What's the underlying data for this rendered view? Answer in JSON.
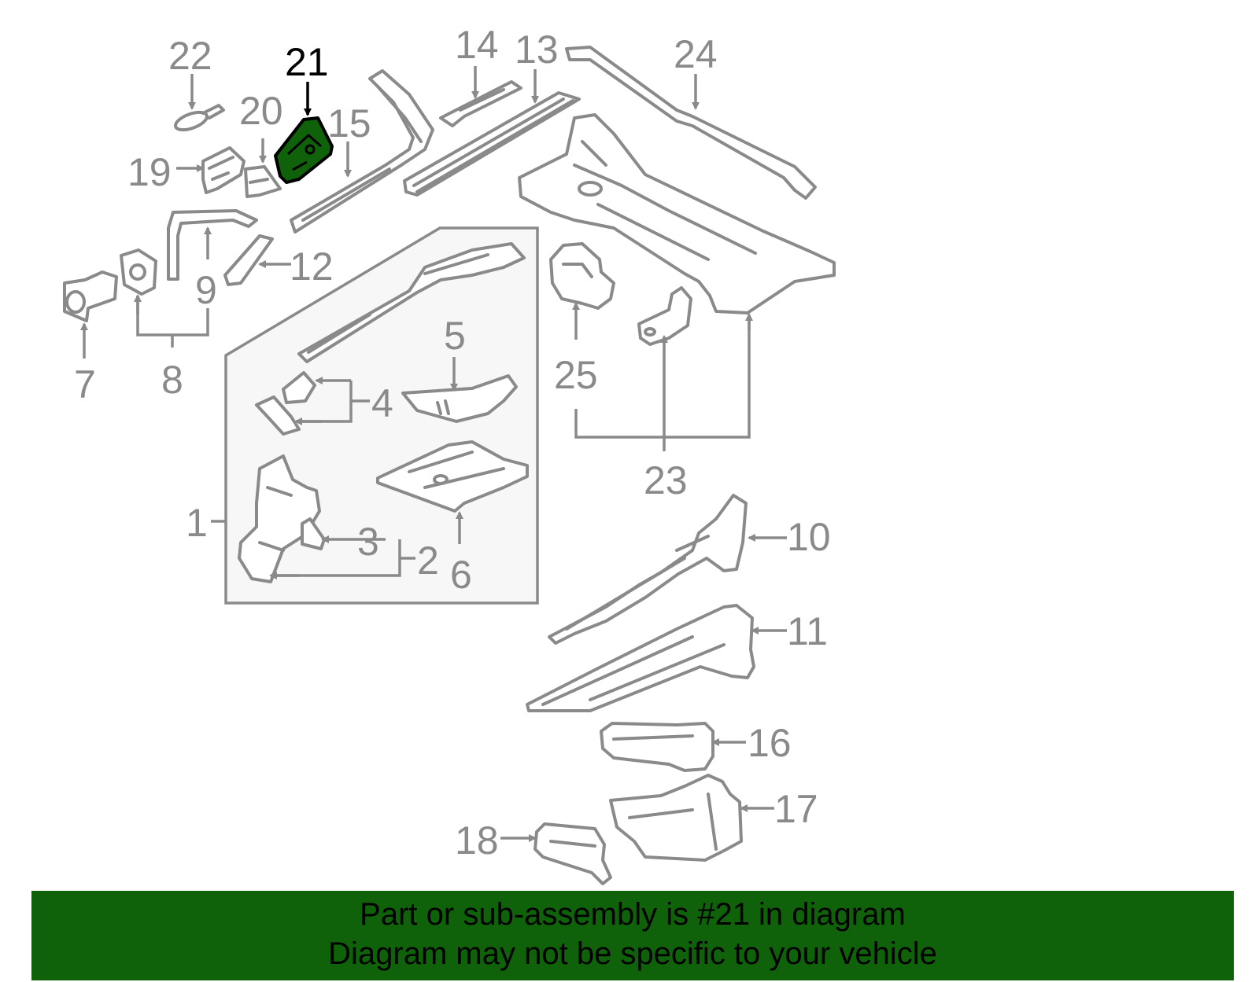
{
  "diagram": {
    "highlight_color": "#0f6209",
    "part_color": "#8a8a8a",
    "highlighted_part": "21",
    "callouts": [
      "1",
      "2",
      "3",
      "4",
      "5",
      "6",
      "7",
      "8",
      "9",
      "10",
      "11",
      "12",
      "13",
      "14",
      "15",
      "16",
      "17",
      "18",
      "19",
      "20",
      "21",
      "22",
      "23",
      "24",
      "25"
    ]
  },
  "banner": {
    "line1": "Part or sub-assembly is #21 in diagram",
    "line2": "Diagram may not be specific to your vehicle",
    "background": "#0f6209"
  }
}
